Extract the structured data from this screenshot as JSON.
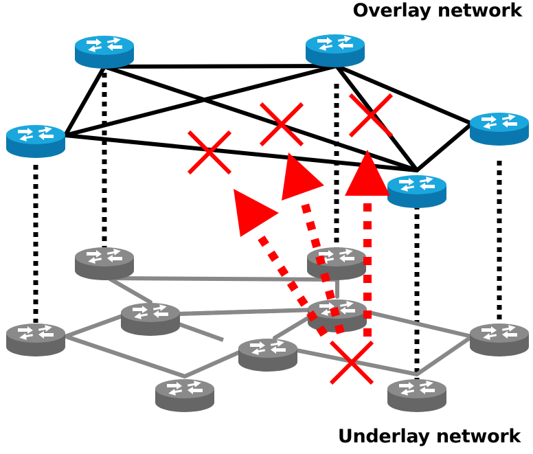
{
  "labels": {
    "overlay": "Overlay network",
    "underlay": "Underlay network"
  },
  "colors": {
    "overlay_router_top": "#1aa7dd",
    "overlay_router_side": "#0a78ae",
    "underlay_router_top": "#8a8a8a",
    "underlay_router_side": "#666666",
    "overlay_link": "#000000",
    "underlay_link": "#888888",
    "mapping_link": "#000000",
    "failure": "#ff0000"
  },
  "overlay_routers": [
    {
      "id": "O1",
      "name": "overlay-router-top-left"
    },
    {
      "id": "O2",
      "name": "overlay-router-top-right"
    },
    {
      "id": "O3",
      "name": "overlay-router-left"
    },
    {
      "id": "O4",
      "name": "overlay-router-right"
    },
    {
      "id": "O5",
      "name": "overlay-router-bottom"
    }
  ],
  "underlay_routers": [
    {
      "id": "U1",
      "name": "underlay-router-a"
    },
    {
      "id": "U2",
      "name": "underlay-router-b"
    },
    {
      "id": "U3",
      "name": "underlay-router-c"
    },
    {
      "id": "U4",
      "name": "underlay-router-d"
    },
    {
      "id": "U5",
      "name": "underlay-router-e"
    },
    {
      "id": "U6",
      "name": "underlay-router-f"
    },
    {
      "id": "U7",
      "name": "underlay-router-g"
    },
    {
      "id": "U8",
      "name": "underlay-router-h"
    },
    {
      "id": "U9",
      "name": "underlay-router-i"
    }
  ],
  "overlay_links": [
    [
      "O1",
      "O2"
    ],
    [
      "O1",
      "O3"
    ],
    [
      "O1",
      "O5"
    ],
    [
      "O3",
      "O2"
    ],
    [
      "O3",
      "O5"
    ],
    [
      "O2",
      "O5"
    ],
    [
      "O2",
      "O4"
    ],
    [
      "O4",
      "O5"
    ]
  ],
  "underlay_links": [
    [
      "U1",
      "U2"
    ],
    [
      "U1",
      "U4"
    ],
    [
      "U2",
      "U3"
    ],
    [
      "U2",
      "U4"
    ],
    [
      "U2",
      "U5"
    ],
    [
      "U3",
      "U7"
    ],
    [
      "U3",
      "U6"
    ],
    [
      "U5",
      "U6"
    ],
    [
      "U5",
      "U8"
    ],
    [
      "U4",
      "U5"
    ],
    [
      "U6",
      "U8"
    ],
    [
      "U8",
      "U9"
    ],
    [
      "U6",
      "U7"
    ]
  ],
  "mappings": [
    [
      "O3",
      "U3"
    ],
    [
      "O1",
      "U1"
    ],
    [
      "O2",
      "U4"
    ],
    [
      "O5",
      "U8"
    ],
    [
      "O4",
      "U9"
    ]
  ],
  "failed_links_count": 4,
  "propagated_failures_count": 3
}
